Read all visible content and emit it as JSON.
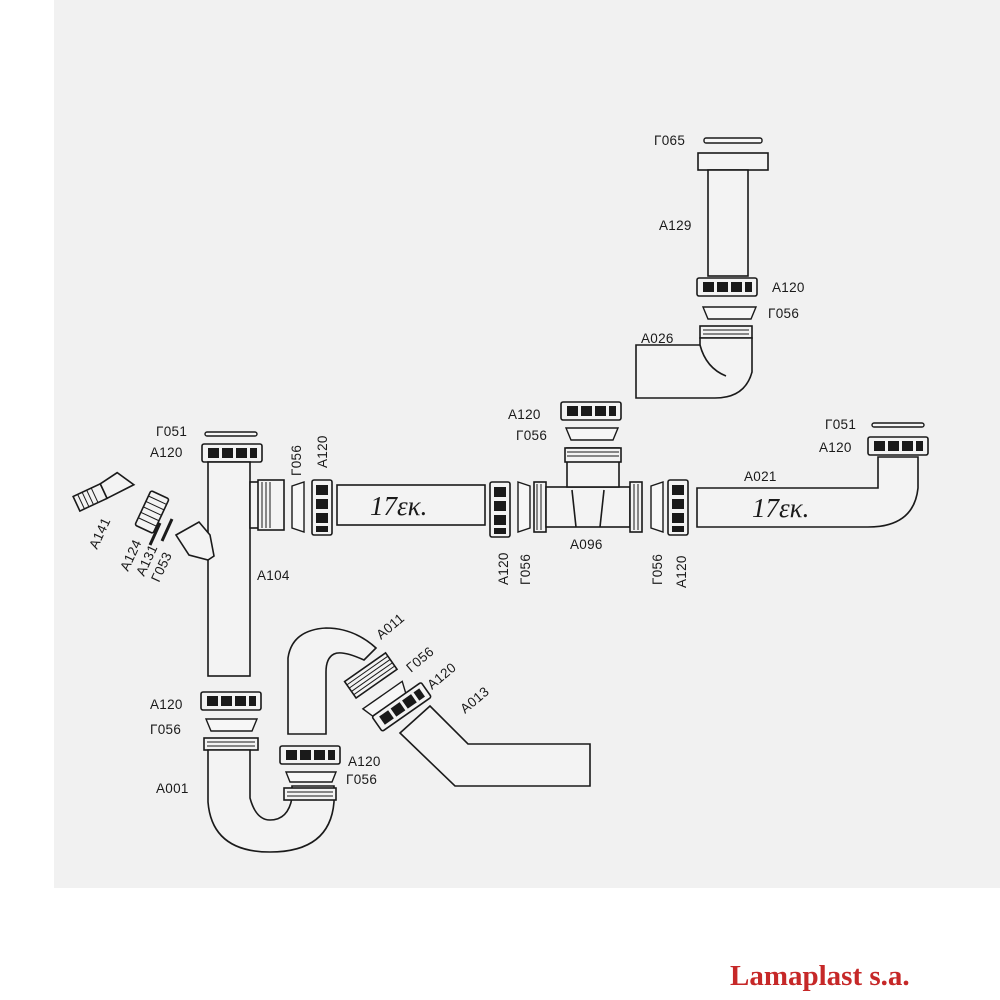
{
  "labels": {
    "g065": "Γ065",
    "a129": "A129",
    "a120": "A120",
    "g056": "Γ056",
    "a026": "A026",
    "g051": "Γ051",
    "a021": "A021",
    "a096": "A096",
    "a104": "A104",
    "a141": "A141",
    "a124": "A124",
    "a131": "A131",
    "g053": "Γ053",
    "a011": "A011",
    "a013": "A013",
    "a001": "A001"
  },
  "pipe_length_text": "17εκ.",
  "brand": "Lamaplast s.a.",
  "colors": {
    "brand": "#c62828",
    "ink": "#1a1a1a",
    "paper": "#f1f1f1"
  }
}
